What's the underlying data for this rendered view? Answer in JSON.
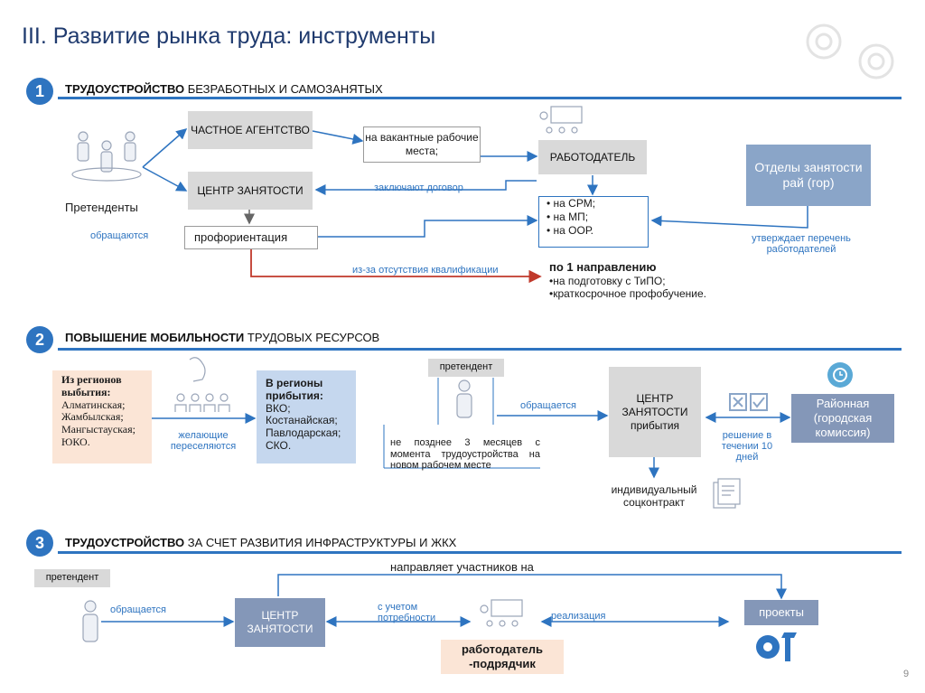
{
  "title": "III. Развитие рынка труда: инструменты",
  "page_number": "9",
  "section1": {
    "num": "1",
    "head_bold": "ТРУДОУСТРОЙСТВО",
    "head_rest": " БЕЗРАБОТНЫХ И САМОЗАНЯТЫХ",
    "private_agency": "ЧАСТНОЕ АГЕНТСТВО",
    "employment_center": "ЦЕНТР ЗАНЯТОСТИ",
    "vacancies": "на вакантные рабочие места;",
    "employer": "РАБОТОДАТЕЛЬ",
    "departments": "Отделы занятости рай (гор)",
    "applicants": "Претенденты",
    "apply": "обращаются",
    "career_guidance": "профориентация",
    "contract": "заключают договор",
    "programs": [
      "• на СРМ;",
      "• на МП;",
      "• на ООР."
    ],
    "approve": "утверждает перечень работодателей",
    "lack_qual": "из-за отсутствия квалификации",
    "direction_title": "по 1 направлению",
    "direction_items": [
      "•на подготовку с ТиПО;",
      "•краткосрочное профобучение."
    ]
  },
  "section2": {
    "num": "2",
    "head_bold": "ПОВЫШЕНИЕ МОБИЛЬНОСТИ",
    "head_rest": " ТРУДОВЫХ РЕСУРСОВ",
    "from_title": "Из регионов выбытия:",
    "from_list": [
      "Алматинская;",
      "Жамбылская;",
      "Мангыстауская;",
      "ЮКО."
    ],
    "willing": "желающие переселяются",
    "to_title": "В регионы прибытия:",
    "to_list": [
      "ВКО;",
      "Костанайская;",
      "Павлодарская;",
      "СКО."
    ],
    "applicant_tag": "претендент",
    "deadline": "не позднее 3 месяцев с момента трудоустройства на новом рабочем месте",
    "applies": "обращается",
    "arrival_center": "ЦЕНТР ЗАНЯТОСТИ прибытия",
    "contract": "индивидуальный соцконтракт",
    "decision": "решение в течении 10 дней",
    "commission": "Районная (городская комиссия)"
  },
  "section3": {
    "num": "3",
    "head_bold": "ТРУДОУСТРОЙСТВО",
    "head_rest": " ЗА СЧЕТ РАЗВИТИЯ ИНФРАСТРУКТУРЫ И ЖКХ",
    "applicant_tag": "претендент",
    "applies": "обращается",
    "center": "ЦЕНТР ЗАНЯТОСТИ",
    "directs": "направляет участников на",
    "need": "с учетом потребности",
    "implementation": "реализация",
    "projects": "проекты",
    "contractor": "работодатель -подрядчик"
  },
  "colors": {
    "accent": "#2e74c0",
    "red_arrow": "#c0392b"
  }
}
